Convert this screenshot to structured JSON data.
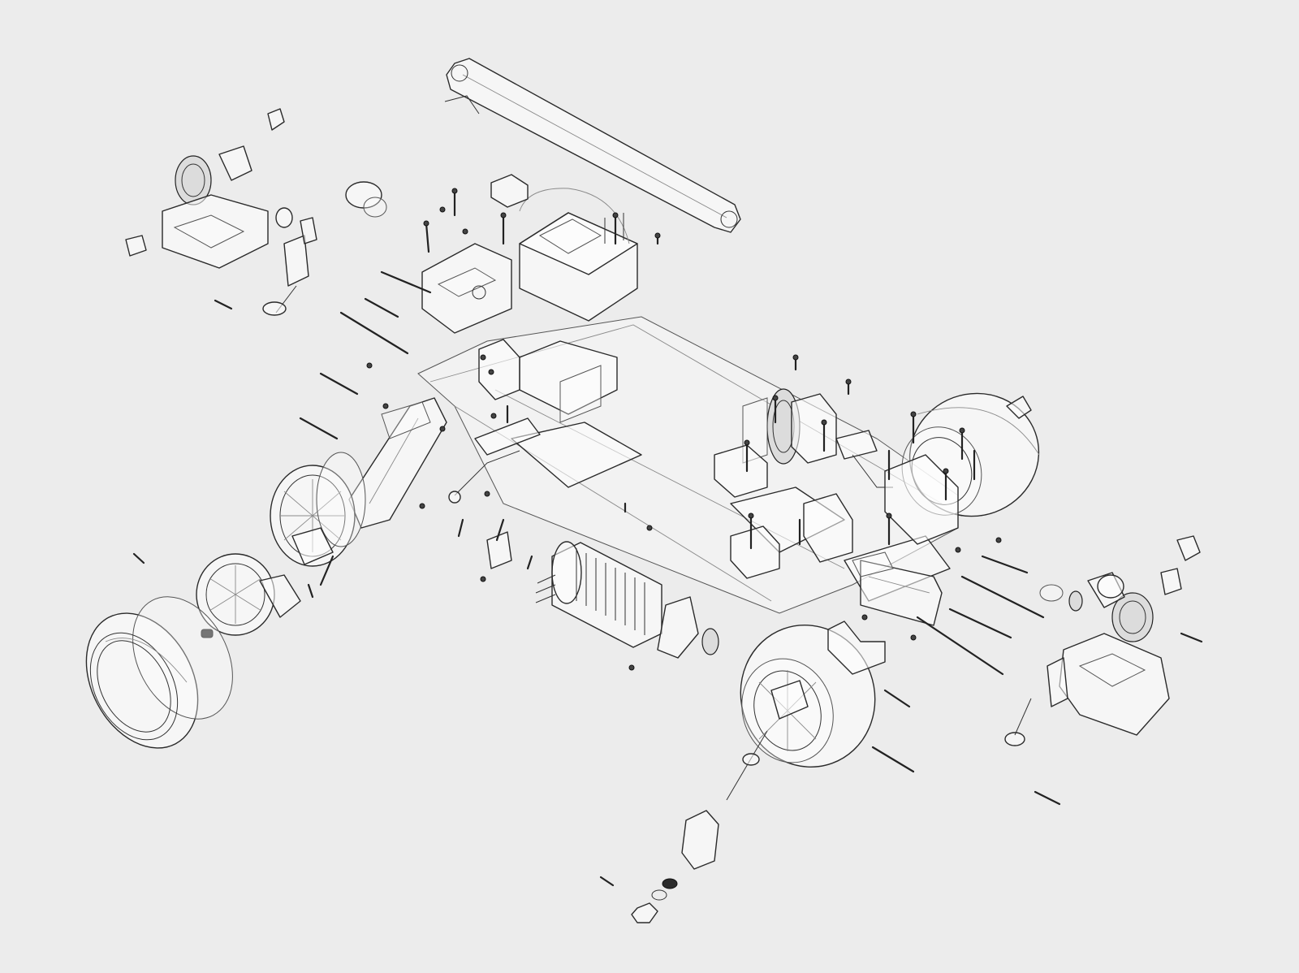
{
  "figure": {
    "subject": "",
    "background": "#ececec",
    "line_color": "#2a2a2a"
  },
  "parts": [
    {
      "id": "steering-link-bar",
      "icon": "link-bar"
    },
    {
      "id": "chassis-plate",
      "icon": "chassis"
    },
    {
      "id": "battery-box",
      "icon": "battery"
    },
    {
      "id": "front-left-wheel",
      "icon": "wheel"
    },
    {
      "id": "front-left-tire",
      "icon": "tire"
    },
    {
      "id": "rear-right-wheel",
      "icon": "wheel"
    },
    {
      "id": "rear-left-wheel",
      "icon": "wheel"
    },
    {
      "id": "front-gearbox",
      "icon": "gearbox"
    },
    {
      "id": "rear-gearbox",
      "icon": "gearbox"
    },
    {
      "id": "electric-motor",
      "icon": "motor"
    },
    {
      "id": "spur-gear",
      "icon": "gear"
    },
    {
      "id": "suspension-arm",
      "icon": "arm"
    },
    {
      "id": "shock-absorber",
      "icon": "shock"
    },
    {
      "id": "drive-shaft",
      "icon": "shaft"
    },
    {
      "id": "screws-and-pins",
      "icon": "screw"
    }
  ]
}
